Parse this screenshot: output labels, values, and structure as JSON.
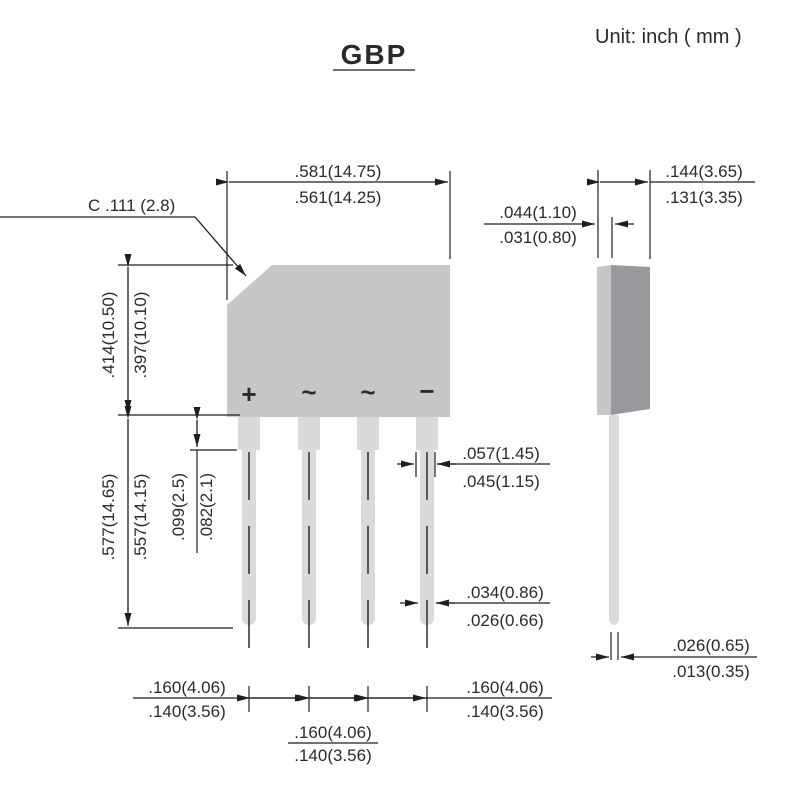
{
  "title": "GBP",
  "unit_label": "Unit: inch ( mm )",
  "colors": {
    "body": "#c5c7c9",
    "side_dark": "#97999c",
    "lead": "#d9dadc",
    "symbol": "#3d3f42"
  },
  "front_view": {
    "terminal_labels": [
      "+",
      "~",
      "~",
      "−"
    ],
    "dimensions": {
      "body_width": {
        "max": ".581(14.75)",
        "min": ".561(14.25)"
      },
      "chamfer_note": "C .111 (2.8)",
      "body_height": {
        "max": ".414(10.50)",
        "min": ".397(10.10)"
      },
      "lead_length": {
        "max": ".577(14.65)",
        "min": ".557(14.15)"
      },
      "shoulder_length": {
        "max": ".099(2.5)",
        "min": ".082(2.1)"
      },
      "shoulder_width": {
        "max": ".057(1.45)",
        "min": ".045(1.15)"
      },
      "lead_width": {
        "max": ".034(0.86)",
        "min": ".026(0.66)"
      },
      "pitch_left": {
        "max": ".160(4.06)",
        "min": ".140(3.56)"
      },
      "pitch_center": {
        "max": ".160(4.06)",
        "min": ".140(3.56)"
      },
      "pitch_right": {
        "max": ".160(4.06)",
        "min": ".140(3.56)"
      }
    }
  },
  "side_view": {
    "dimensions": {
      "body_thickness": {
        "max": ".144(3.65)",
        "min": ".131(3.35)"
      },
      "lead_offset": {
        "max": ".044(1.10)",
        "min": ".031(0.80)"
      },
      "lead_thickness": {
        "max": ".026(0.65)",
        "min": ".013(0.35)"
      }
    }
  }
}
